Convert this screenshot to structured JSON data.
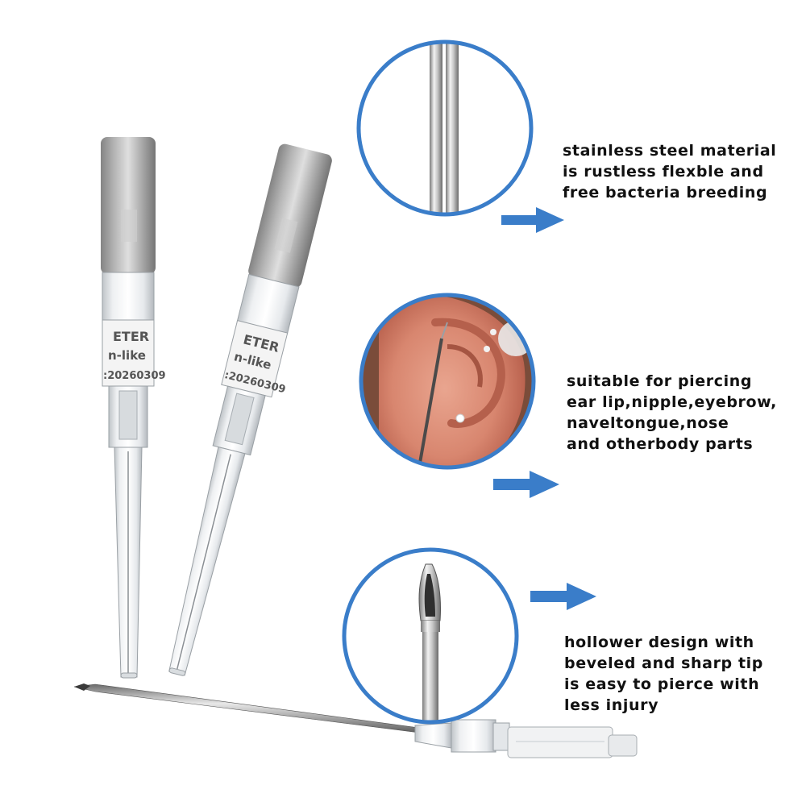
{
  "captions": {
    "material": [
      "stainless steel material",
      "is rustless flexble and",
      "free bacteria breeding"
    ],
    "usage": [
      "suitable for piercing",
      "ear lip,nipple,eyebrow,",
      "naveltongue,nose",
      "and otherbody parts"
    ],
    "design": [
      "hollower design with",
      "beveled and sharp tip",
      "is easy to pierce with",
      "less injury"
    ]
  },
  "needle_label": {
    "brand_fragment": "ETER",
    "subtitle_fragment": "n-like",
    "lot_code": ":20260309"
  },
  "colors": {
    "accent_blue": "#3a7dc9",
    "caption_text": "#111111"
  },
  "icons": [
    "arrow-right-icon"
  ]
}
